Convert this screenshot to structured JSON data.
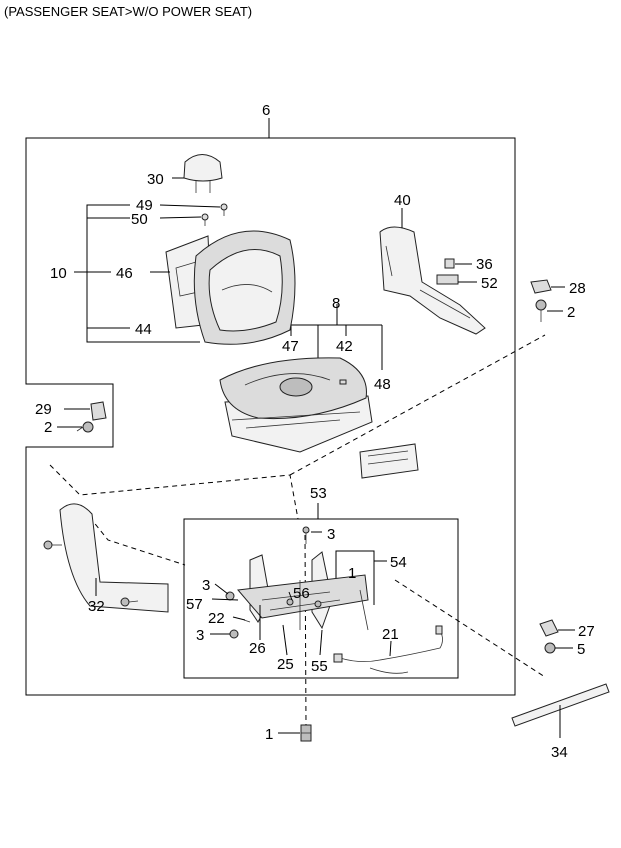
{
  "heading": "(PASSENGER SEAT>W/O POWER SEAT)",
  "callouts": {
    "c6": "6",
    "c30": "30",
    "c49": "49",
    "c50": "50",
    "c10": "10",
    "c46": "46",
    "c44": "44",
    "c40": "40",
    "c36": "36",
    "c52": "52",
    "c28": "28",
    "c2a": "2",
    "c8": "8",
    "c47": "47",
    "c42": "42",
    "c48": "48",
    "c29": "29",
    "c2b": "2",
    "c53": "53",
    "c3a": "3",
    "c54": "54",
    "c1a": "1",
    "c3b": "3",
    "c57": "57",
    "c56": "56",
    "c22": "22",
    "c3c": "3",
    "c26": "26",
    "c25": "25",
    "c55": "55",
    "c21": "21",
    "c32": "32",
    "c27": "27",
    "c5": "5",
    "c1b": "1",
    "c34": "34"
  }
}
